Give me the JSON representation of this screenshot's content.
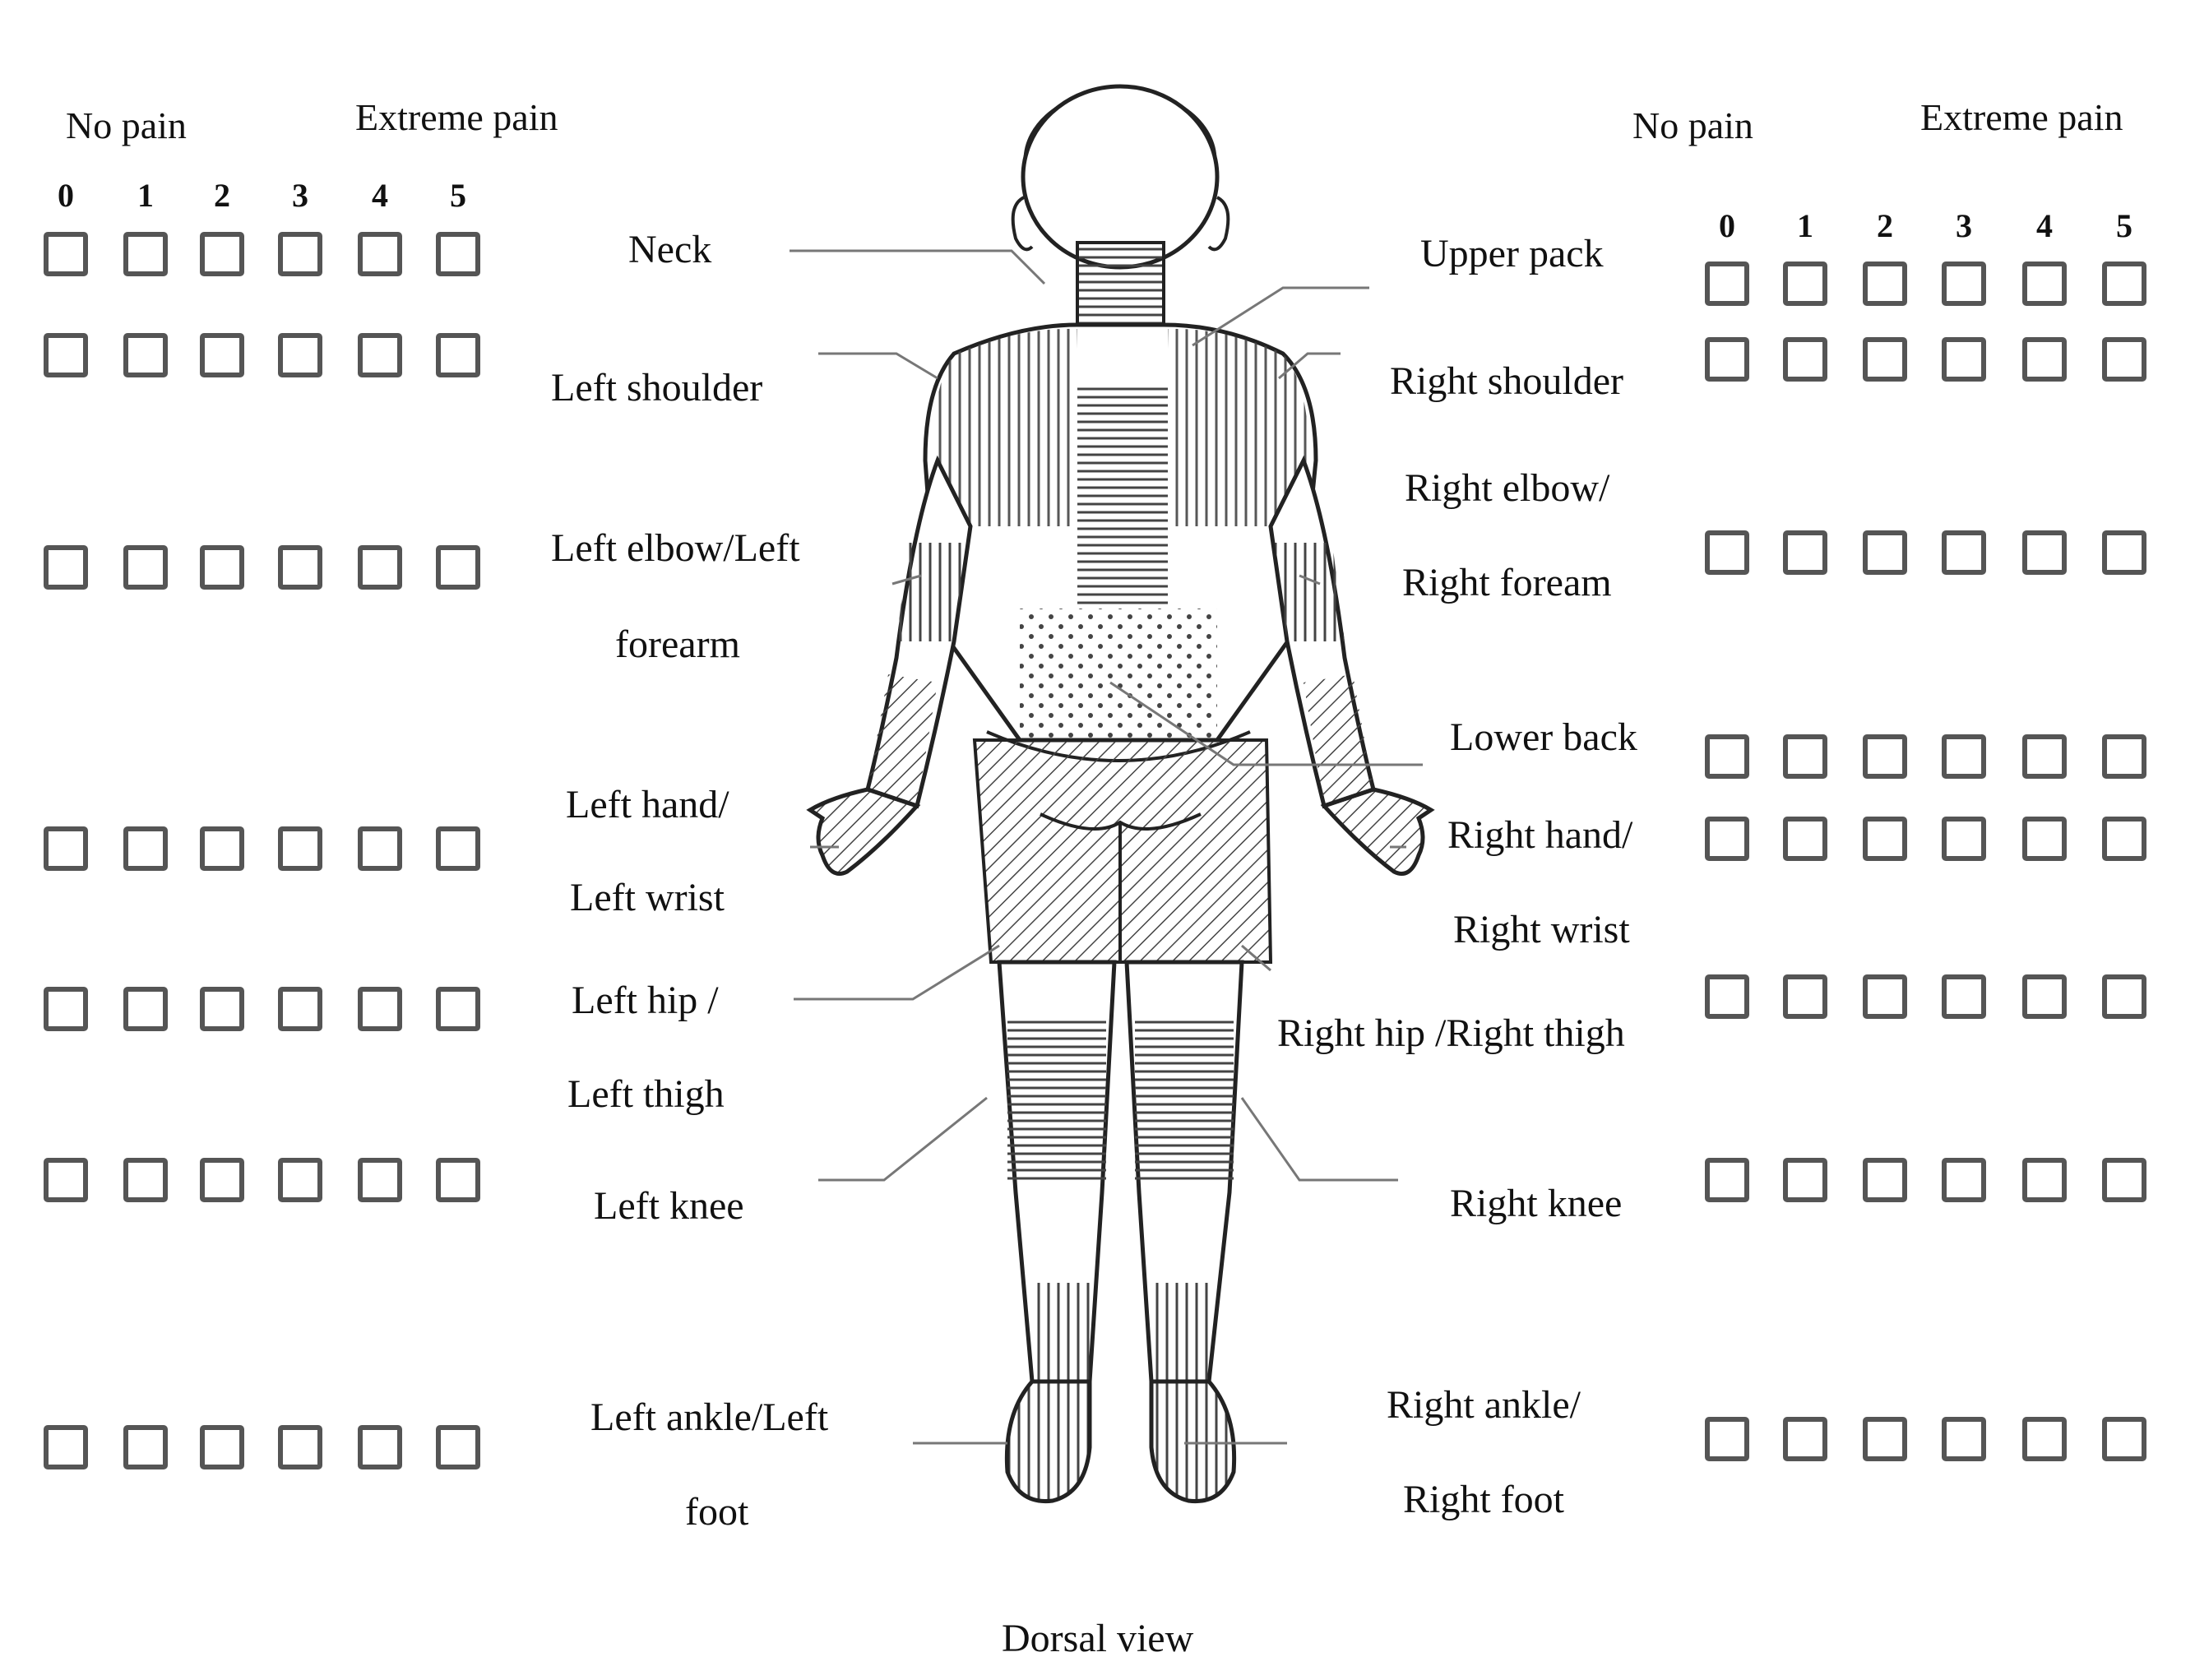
{
  "left_scale": {
    "low": "No pain",
    "high": "Extreme pain",
    "numbers": [
      "0",
      "1",
      "2",
      "3",
      "4",
      "5"
    ]
  },
  "right_scale": {
    "low": "No pain",
    "high": "Extreme pain",
    "numbers": [
      "0",
      "1",
      "2",
      "3",
      "4",
      "5"
    ]
  },
  "labels": {
    "neck": "Neck",
    "upper_back": "Upper pack",
    "left_shoulder": "Left shoulder",
    "right_shoulder": "Right shoulder",
    "left_elbow_1": "Left elbow/Left",
    "left_elbow_2": "forearm",
    "right_elbow_1": "Right elbow/",
    "right_elbow_2": "Right foream",
    "lower_back": "Lower back",
    "left_hand_1": "Left hand/",
    "left_hand_2": "Left wrist",
    "right_hand_1": "Right hand/",
    "right_hand_2": "Right wrist",
    "left_hip_1": "Left hip /",
    "left_hip_2": "Left thigh",
    "right_hip": "Right hip /Right thigh",
    "left_knee": "Left knee",
    "right_knee": "Right knee",
    "left_ankle_1": "Left ankle/Left",
    "left_ankle_2": "foot",
    "right_ankle_1": "Right ankle/",
    "right_ankle_2": "Right foot"
  },
  "caption": "Dorsal view",
  "colors": {
    "line": "#555555",
    "ink": "#111111",
    "hatch": "#444444"
  }
}
